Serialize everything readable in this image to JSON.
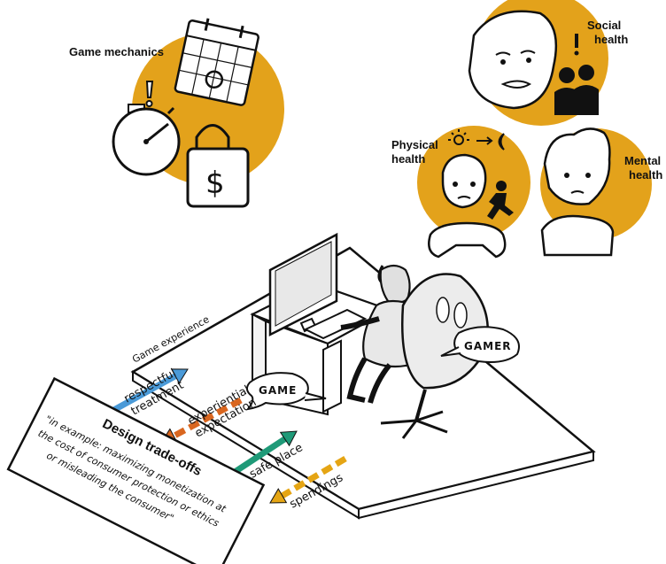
{
  "labels": {
    "game_mechanics": "Game mechanics",
    "social_health_1": "Social",
    "social_health_2": "health",
    "physical_health_1": "Physical",
    "physical_health_2": "health",
    "mental_health_1": "Mental",
    "mental_health_2": "health",
    "game_experience": "Game experience"
  },
  "bubbles": {
    "game": "GAME",
    "gamer": "GAMER"
  },
  "arrows": [
    {
      "line1": "respectful",
      "line2": "treatment",
      "color": "#4a9ad8",
      "direction": "to-gamer"
    },
    {
      "line1": "experiential",
      "line2": "expectation",
      "color": "#d9661f",
      "direction": "to-game"
    },
    {
      "line1": "a safe place",
      "line2": "",
      "color": "#1f9a78",
      "direction": "to-gamer"
    },
    {
      "line1": "spendings",
      "line2": "",
      "color": "#e5a514",
      "direction": "to-game"
    }
  ],
  "trade_off": {
    "title": "Design trade-offs",
    "quote_1": "\"in example: maximizing monetization at",
    "quote_2": "the cost of consumer protection or ethics",
    "quote_3": "or misleading the consumer\""
  },
  "colors": {
    "accent_circle": "#e3a21b",
    "ink": "#111111"
  },
  "icons": [
    "stopwatch-icon",
    "calendar-icon",
    "dollar-lock-icon",
    "exclamation-icon",
    "sun-icon",
    "moon-icon",
    "runner-icon",
    "people-silhouette-icon"
  ]
}
